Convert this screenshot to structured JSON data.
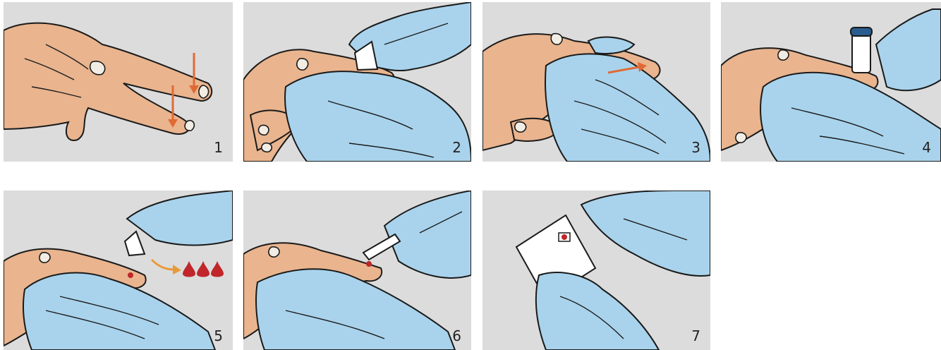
{
  "steps": [
    {
      "number": "1"
    },
    {
      "number": "2"
    },
    {
      "number": "3"
    },
    {
      "number": "4"
    },
    {
      "number": "5"
    },
    {
      "number": "6"
    },
    {
      "number": "7"
    }
  ],
  "colors": {
    "panel_bg": "#dcdcdc",
    "skin": "#e9b48e",
    "glove": "#a9d3ec",
    "arrow": "#e06a35",
    "blood": "#c0262a"
  }
}
